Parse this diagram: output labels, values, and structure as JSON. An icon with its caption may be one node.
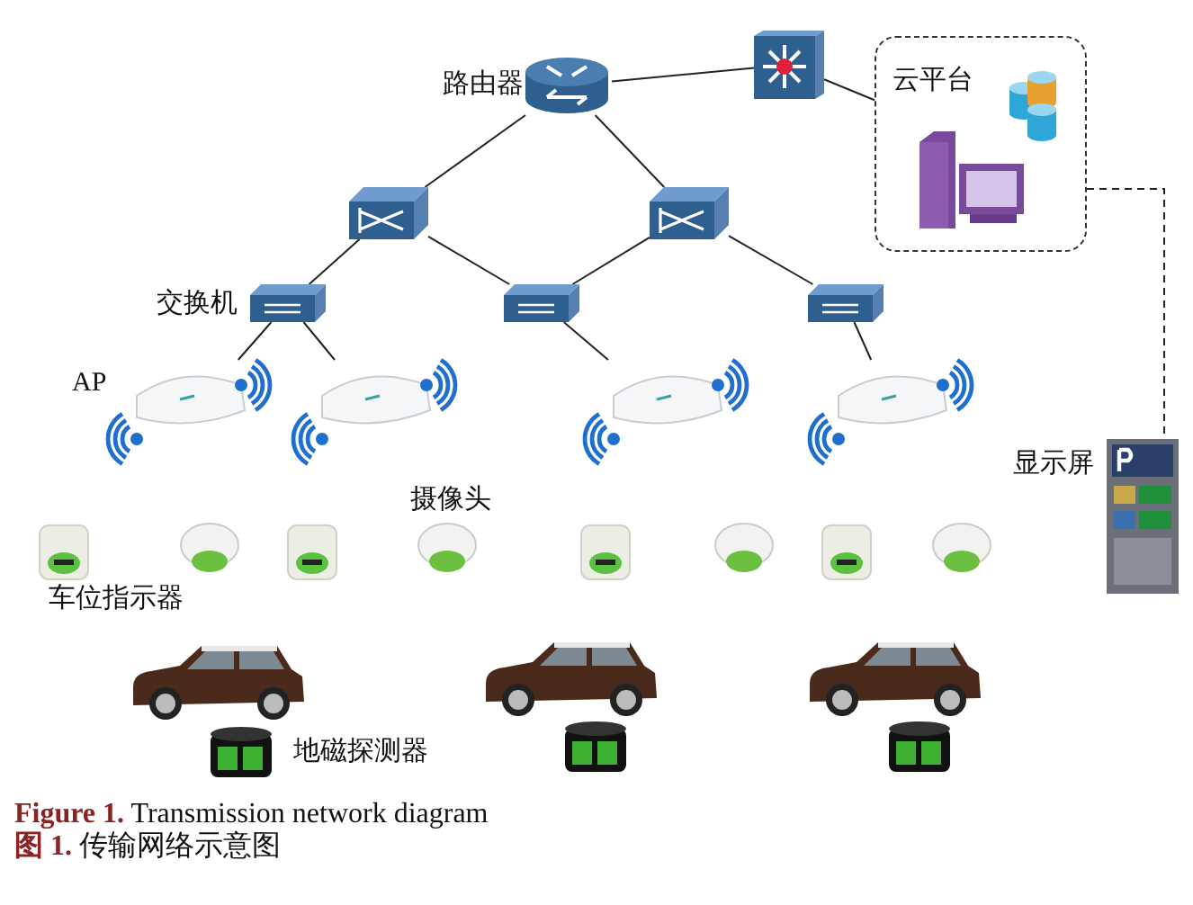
{
  "diagram": {
    "caption": "**Figure 1.** Transmission network diagram",
    "nodes": [
      {
        "text": [
          "路由器"
        ]
      },
      {
        "text": [],
        "shape": "picture"
      },
      {
        "text": [
          "云平台"
        ]
      },
      {
        "text": [],
        "shape": "picture"
      },
      {
        "text": [],
        "shape": "picture"
      },
      {
        "text": [
          "交换机"
        ]
      },
      {
        "text": [],
        "shape": "picture"
      },
      {
        "text": [],
        "shape": "picture"
      },
      {
        "text": [
          "AP"
        ]
      },
      {
        "text": [],
        "shape": "picture"
      },
      {
        "text": [],
        "shape": "picture"
      },
      {
        "text": [],
        "shape": "picture"
      },
      {
        "text": [
          "显示屏"
        ]
      }
    ],
    "edges": [
      {
        "from": 0,
        "to": 1,
        "arrow": "none"
      },
      {
        "from": 1,
        "to": 2,
        "arrow": "none"
      },
      {
        "from": 0,
        "to": 3,
        "arrow": "none"
      },
      {
        "from": 0,
        "to": 4,
        "arrow": "none"
      },
      {
        "from": 3,
        "to": 5,
        "arrow": "none"
      },
      {
        "from": 3,
        "to": 6,
        "arrow": "none"
      },
      {
        "from": 4,
        "to": 6,
        "arrow": "none"
      },
      {
        "from": 4,
        "to": 7,
        "arrow": "none"
      },
      {
        "from": 5,
        "to": 8,
        "arrow": "none"
      },
      {
        "from": 5,
        "to": 9,
        "arrow": "none"
      },
      {
        "from": 6,
        "to": 10,
        "arrow": "none"
      },
      {
        "from": 7,
        "to": 11,
        "arrow": "none"
      },
      {
        "from": 2,
        "to": 12,
        "arrow": "none",
        "style": "dashed"
      }
    ],
    "labels": [
      "摄像头",
      "车位指示器",
      "地磁探测器",
      "**图 1.** 传输网络示意图"
    ]
  }
}
